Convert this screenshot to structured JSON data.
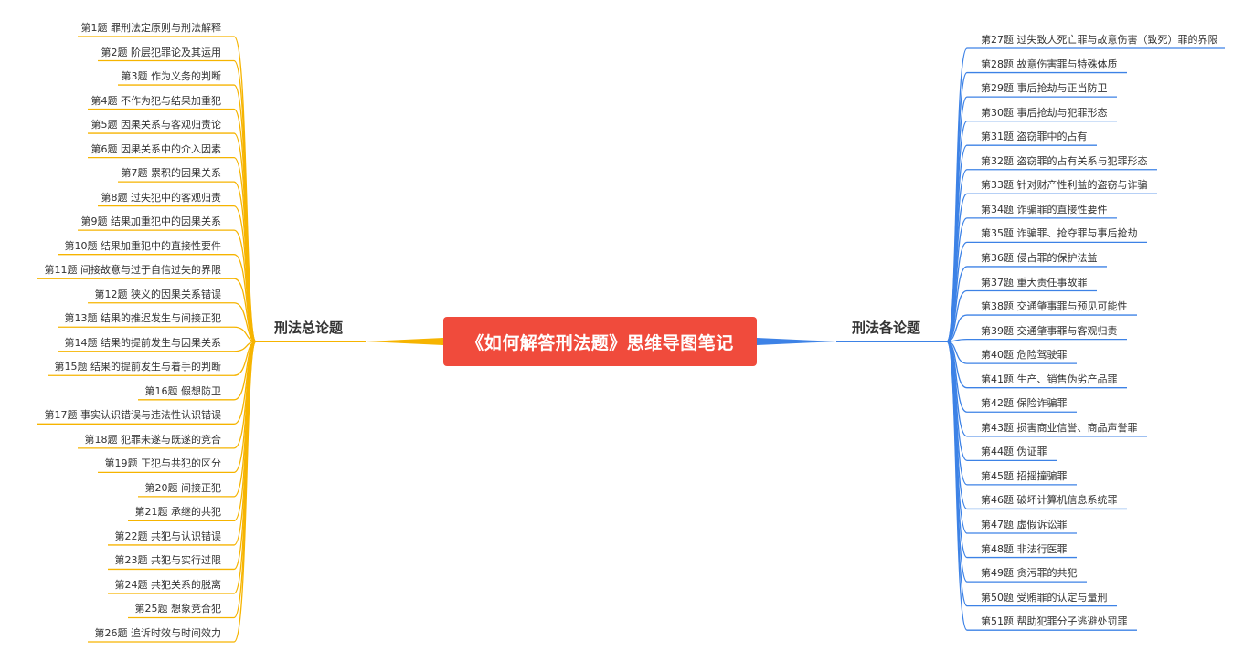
{
  "central": {
    "title": "《如何解答刑法题》思维导图笔记"
  },
  "colors": {
    "central_bg": "#f04b3c",
    "left_branch": "#f6b400",
    "right_branch": "#3d82e6"
  },
  "left": {
    "label": "刑法总论题",
    "items": [
      "第1题 罪刑法定原则与刑法解释",
      "第2题 阶层犯罪论及其运用",
      "第3题 作为义务的判断",
      "第4题 不作为犯与结果加重犯",
      "第5题 因果关系与客观归责论",
      "第6题 因果关系中的介入因素",
      "第7题 累积的因果关系",
      "第8题 过失犯中的客观归责",
      "第9题 结果加重犯中的因果关系",
      "第10题 结果加重犯中的直接性要件",
      "第11题 间接故意与过于自信过失的界限",
      "第12题 狭义的因果关系错误",
      "第13题 结果的推迟发生与间接正犯",
      "第14题 结果的提前发生与因果关系",
      "第15题 结果的提前发生与着手的判断",
      "第16题 假想防卫",
      "第17题 事实认识错误与违法性认识错误",
      "第18题 犯罪未遂与既遂的竞合",
      "第19题 正犯与共犯的区分",
      "第20题 间接正犯",
      "第21题 承继的共犯",
      "第22题 共犯与认识错误",
      "第23题 共犯与实行过限",
      "第24题 共犯关系的脱离",
      "第25题 想象竞合犯",
      "第26题 追诉时效与时间效力"
    ]
  },
  "right": {
    "label": "刑法各论题",
    "items": [
      "第27题 过失致人死亡罪与故意伤害（致死）罪的界限",
      "第28题 故意伤害罪与特殊体质",
      "第29题 事后抢劫与正当防卫",
      "第30题 事后抢劫与犯罪形态",
      "第31题 盗窃罪中的占有",
      "第32题 盗窃罪的占有关系与犯罪形态",
      "第33题 针对财产性利益的盗窃与诈骗",
      "第34题 诈骗罪的直接性要件",
      "第35题 诈骗罪、抢夺罪与事后抢劫",
      "第36题 侵占罪的保护法益",
      "第37题 重大责任事故罪",
      "第38题 交通肇事罪与预见可能性",
      "第39题 交通肇事罪与客观归责",
      "第40题 危险驾驶罪",
      "第41题 生产、销售伪劣产品罪",
      "第42题 保险诈骗罪",
      "第43题 损害商业信誉、商品声誉罪",
      "第44题 伪证罪",
      "第45题 招摇撞骗罪",
      "第46题 破坏计算机信息系统罪",
      "第47题 虚假诉讼罪",
      "第48题 非法行医罪",
      "第49题 贪污罪的共犯",
      "第50题 受贿罪的认定与量刑",
      "第51题 帮助犯罪分子逃避处罚罪"
    ]
  }
}
